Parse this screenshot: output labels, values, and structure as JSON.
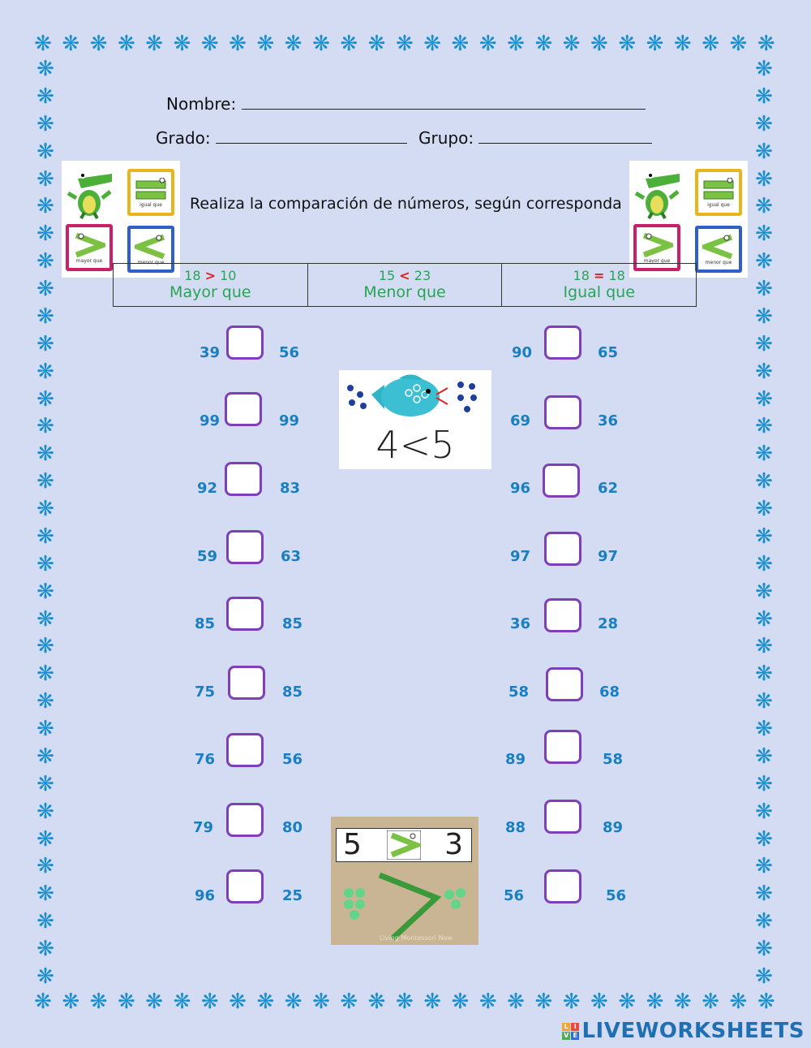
{
  "form": {
    "name_label": "Nombre:",
    "grade_label": "Grado:",
    "group_label": "Grupo:"
  },
  "instruction": "Realiza la comparación de números, según corresponda",
  "cards": {
    "equal_caption": "igual que",
    "greater_caption": "mayor que",
    "less_caption": "menor que"
  },
  "legend": [
    {
      "a": "18",
      "sym": ">",
      "b": "10",
      "label": "Mayor que"
    },
    {
      "a": "15",
      "sym": "<",
      "b": "23",
      "label": "Menor que"
    },
    {
      "a": "18",
      "sym": "=",
      "b": "18",
      "label": "Igual que"
    }
  ],
  "left_pairs": [
    {
      "a": "39",
      "b": "56"
    },
    {
      "a": "99",
      "b": "99"
    },
    {
      "a": "92",
      "b": "83"
    },
    {
      "a": "59",
      "b": "63"
    },
    {
      "a": "85",
      "b": "85"
    },
    {
      "a": "75",
      "b": "85"
    },
    {
      "a": "76",
      "b": "56"
    },
    {
      "a": "79",
      "b": "80"
    },
    {
      "a": "96",
      "b": "25"
    }
  ],
  "right_pairs": [
    {
      "a": "90",
      "b": "65"
    },
    {
      "a": "69",
      "b": "36"
    },
    {
      "a": "96",
      "b": "62"
    },
    {
      "a": "97",
      "b": "97"
    },
    {
      "a": "36",
      "b": "28"
    },
    {
      "a": "58",
      "b": "68"
    },
    {
      "a": "89",
      "b": "58"
    },
    {
      "a": "88",
      "b": "89"
    },
    {
      "a": "56",
      "b": "56"
    }
  ],
  "fish_picture": {
    "left": "4",
    "sym": "<",
    "right": "5"
  },
  "croc_picture": {
    "left": "5",
    "right": "3",
    "credit": "Living Montessori Now"
  },
  "watermark": "LIVEWORKSHEETS",
  "colors": {
    "accent": "#1a8fd0",
    "green": "#2aa356",
    "red": "#e02020",
    "purple": "#7e3fb8",
    "number_blue": "#1a7fc1"
  }
}
